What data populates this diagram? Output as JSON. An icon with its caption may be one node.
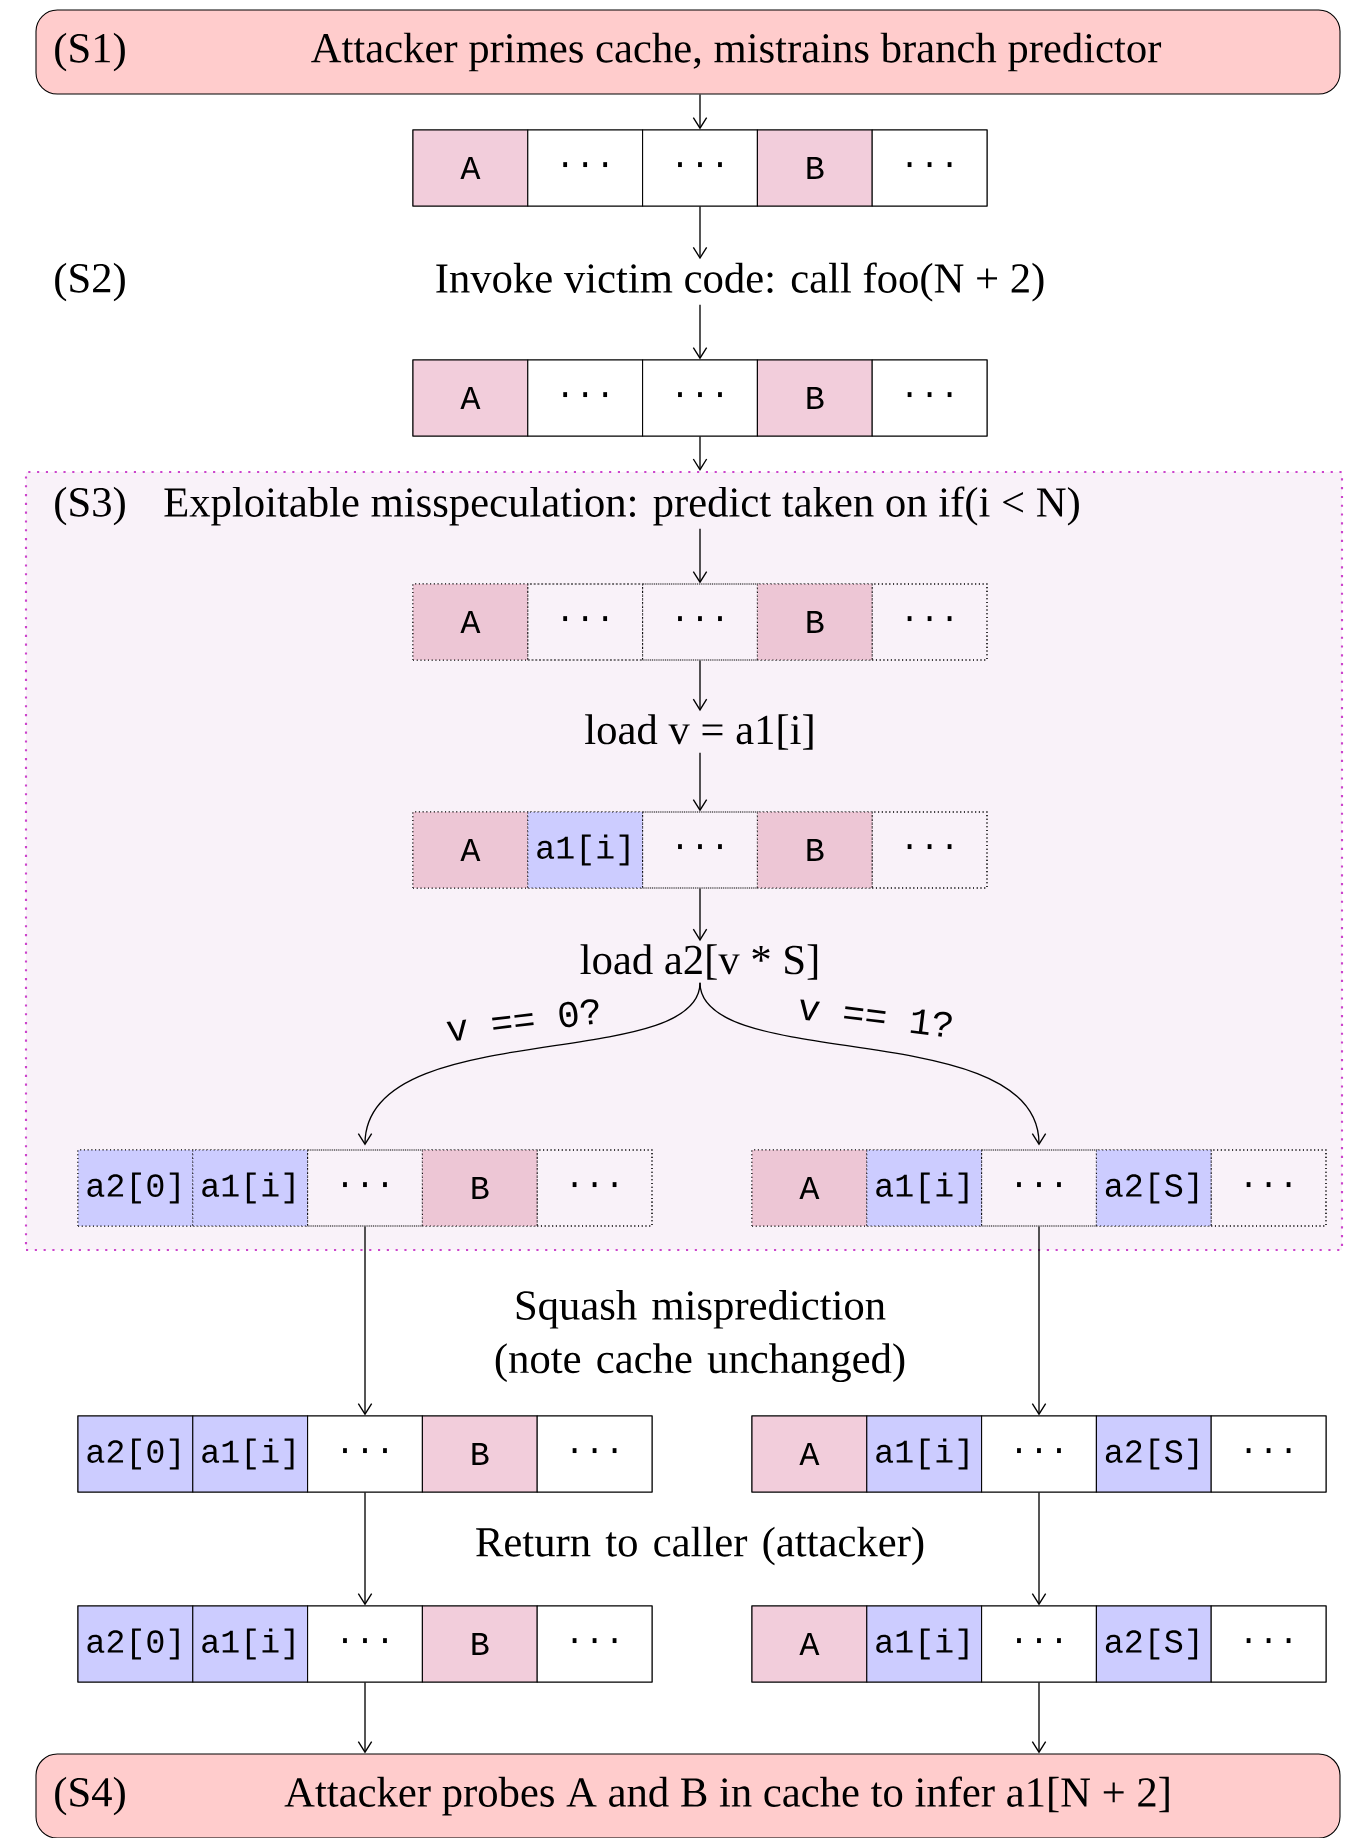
{
  "diagram": {
    "nodes": [
      {
        "text": [
          "(S1)",
          "Attacker primes cache, mistrains branch predictor"
        ]
      },
      {
        "text": [],
        "shape": "box"
      },
      {
        "text": [
          "A"
        ],
        "in": 1
      },
      {
        "text": [
          "···"
        ],
        "in": 1
      },
      {
        "text": [
          "···"
        ],
        "in": 1
      },
      {
        "text": [
          "B"
        ],
        "in": 1
      },
      {
        "text": [
          "···"
        ],
        "in": 1
      },
      {
        "text": [
          "(S2)",
          "Invoke victim code: call foo(N + 2)"
        ]
      },
      {
        "text": [],
        "shape": "box"
      },
      {
        "text": [
          "A"
        ],
        "in": 8
      },
      {
        "text": [
          "···"
        ],
        "in": 8
      },
      {
        "text": [
          "···"
        ],
        "in": 8
      },
      {
        "text": [
          "B"
        ],
        "in": 8
      },
      {
        "text": [
          "···"
        ],
        "in": 8
      },
      {
        "text": [
          "(S3)",
          "Exploitable misspeculation: predict taken on if(i < N)"
        ]
      },
      {
        "text": [],
        "shape": "box",
        "in": 14
      },
      {
        "text": [
          "A"
        ],
        "in": 15
      },
      {
        "text": [
          "···"
        ],
        "in": 15
      },
      {
        "text": [
          "···"
        ],
        "in": 15
      },
      {
        "text": [
          "B"
        ],
        "in": 15
      },
      {
        "text": [
          "···"
        ],
        "in": 15
      },
      {
        "text": [
          "load v = a1[i]"
        ],
        "in": 14
      },
      {
        "text": [],
        "shape": "box",
        "in": 14
      },
      {
        "text": [
          "A"
        ],
        "in": 22
      },
      {
        "text": [
          "a1[i]"
        ],
        "in": 22
      },
      {
        "text": [
          "···"
        ],
        "in": 22
      },
      {
        "text": [
          "B"
        ],
        "in": 22
      },
      {
        "text": [
          "···"
        ],
        "in": 22
      },
      {
        "text": [
          "load a2[v * S]"
        ],
        "in": 14
      },
      {
        "text": [],
        "shape": "box",
        "in": 14
      },
      {
        "text": [
          "a2[0]"
        ],
        "in": 29
      },
      {
        "text": [
          "a1[i]"
        ],
        "in": 29
      },
      {
        "text": [
          "···"
        ],
        "in": 29
      },
      {
        "text": [
          "B"
        ],
        "in": 29
      },
      {
        "text": [
          "···"
        ],
        "in": 29
      },
      {
        "text": [],
        "shape": "box",
        "in": 14
      },
      {
        "text": [
          "A"
        ],
        "in": 35
      },
      {
        "text": [
          "a1[i]"
        ],
        "in": 35
      },
      {
        "text": [
          "···"
        ],
        "in": 35
      },
      {
        "text": [
          "a2[S]"
        ],
        "in": 35
      },
      {
        "text": [
          "···"
        ],
        "in": 35
      },
      {
        "text": [],
        "shape": "box"
      },
      {
        "text": [
          "a2[0]"
        ],
        "in": 41
      },
      {
        "text": [
          "a1[i]"
        ],
        "in": 41
      },
      {
        "text": [
          "···"
        ],
        "in": 41
      },
      {
        "text": [
          "B"
        ],
        "in": 41
      },
      {
        "text": [
          "···"
        ],
        "in": 41
      },
      {
        "text": [],
        "shape": "box"
      },
      {
        "text": [
          "A"
        ],
        "in": 47
      },
      {
        "text": [
          "a1[i]"
        ],
        "in": 47
      },
      {
        "text": [
          "···"
        ],
        "in": 47
      },
      {
        "text": [
          "a2[S]"
        ],
        "in": 47
      },
      {
        "text": [
          "···"
        ],
        "in": 47
      },
      {
        "text": [],
        "shape": "box"
      },
      {
        "text": [
          "a2[0]"
        ],
        "in": 53
      },
      {
        "text": [
          "a1[i]"
        ],
        "in": 53
      },
      {
        "text": [
          "···"
        ],
        "in": 53
      },
      {
        "text": [
          "B"
        ],
        "in": 53
      },
      {
        "text": [
          "···"
        ],
        "in": 53
      },
      {
        "text": [],
        "shape": "box"
      },
      {
        "text": [
          "A"
        ],
        "in": 59
      },
      {
        "text": [
          "a1[i]"
        ],
        "in": 59
      },
      {
        "text": [
          "···"
        ],
        "in": 59
      },
      {
        "text": [
          "a2[S]"
        ],
        "in": 59
      },
      {
        "text": [
          "···"
        ],
        "in": 59
      },
      {
        "text": [
          "(S4)",
          "Attacker probes A and B in cache to infer a1[N + 2]"
        ]
      }
    ],
    "edges": [
      {
        "from": 0,
        "to": 1,
        "arrow": "to"
      },
      {
        "from": 1,
        "to": 7,
        "arrow": "to"
      },
      {
        "from": 7,
        "to": 8,
        "arrow": "to"
      },
      {
        "from": 8,
        "to": 14,
        "arrow": "to"
      },
      {
        "from": 14,
        "to": 15,
        "arrow": "to"
      },
      {
        "from": 15,
        "to": 21,
        "arrow": "to"
      },
      {
        "from": 21,
        "to": 22,
        "arrow": "to"
      },
      {
        "from": 22,
        "to": 28,
        "arrow": "to"
      },
      {
        "from": 28,
        "to": 29,
        "arrow": "to",
        "label": "v == 0?"
      },
      {
        "from": 28,
        "to": 35,
        "arrow": "to",
        "label": "v == 1?"
      },
      {
        "from": 29,
        "to": 41,
        "arrow": "to"
      },
      {
        "from": 35,
        "to": 47,
        "arrow": "to"
      },
      {
        "from": 41,
        "to": 53,
        "arrow": "to"
      },
      {
        "from": 47,
        "to": 59,
        "arrow": "to"
      },
      {
        "from": 53,
        "to": 65,
        "arrow": "to"
      },
      {
        "from": 59,
        "to": 65,
        "arrow": "to"
      }
    ],
    "labels": [
      "Squash misprediction (note cache unchanged)",
      "Return to caller (attacker)"
    ]
  }
}
